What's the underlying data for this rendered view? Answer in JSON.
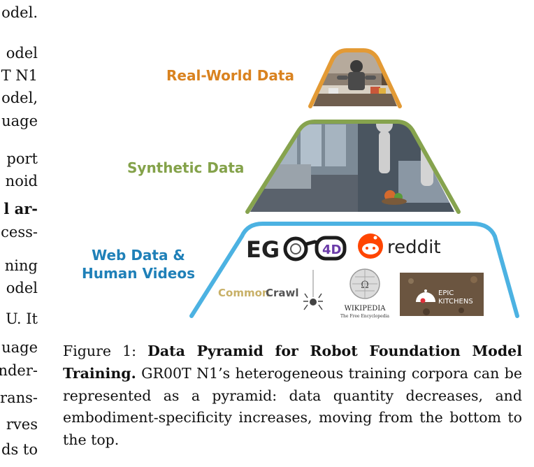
{
  "left_column": {
    "fragments": [
      "odel.",
      "odel",
      "T N1",
      "odel,",
      "uage",
      "port",
      "noid",
      "l ar-",
      "cess-",
      "ning",
      "odel",
      "U. It",
      "uage",
      "nder-",
      "rans-",
      "rves",
      "ds to"
    ]
  },
  "figure": {
    "tiers": {
      "real": {
        "label": "Real-World Data"
      },
      "synthetic": {
        "label": "Synthetic Data"
      },
      "web": {
        "label_line1": "Web Data &",
        "label_line2": "Human Videos"
      }
    },
    "logos": {
      "ego4d": {
        "text_left": "EG",
        "text_right": "4D"
      },
      "reddit": {
        "text": "reddit"
      },
      "commoncrawl": {
        "text_a": "Common",
        "text_b": "Crawl"
      },
      "wikipedia": {
        "title": "WIKIPEDIA",
        "subtitle": "The Free Encyclopedia"
      },
      "epic": {
        "line1": "EPIC",
        "line2": "KITCHENS"
      }
    },
    "colors": {
      "real": "#e39a35",
      "synthetic": "#86a34e",
      "web": "#4cb2e2"
    }
  },
  "caption": {
    "prefix": "Figure 1: ",
    "title": "Data Pyramid for Robot Foundation Model Training.",
    "body": " GR00T N1’s heterogeneous training corpora can be represented as a pyramid: data quantity decreases, and embodiment-specificity increases, moving from the bottom to the top."
  }
}
